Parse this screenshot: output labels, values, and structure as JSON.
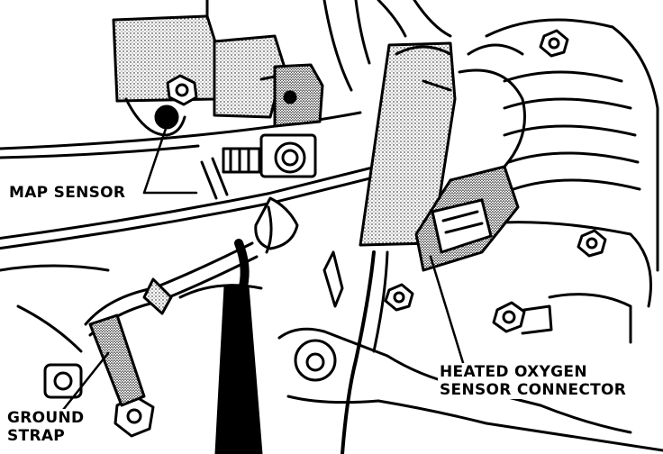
{
  "labels": {
    "map_sensor": "MAP SENSOR",
    "heated_oxygen_line1": "HEATED OXYGEN",
    "heated_oxygen_line2": "SENSOR CONNECTOR",
    "ground_strap_line1": "GROUND",
    "ground_strap_line2": "STRAP"
  },
  "colors": {
    "ink": "#000000",
    "paper": "#ffffff"
  }
}
